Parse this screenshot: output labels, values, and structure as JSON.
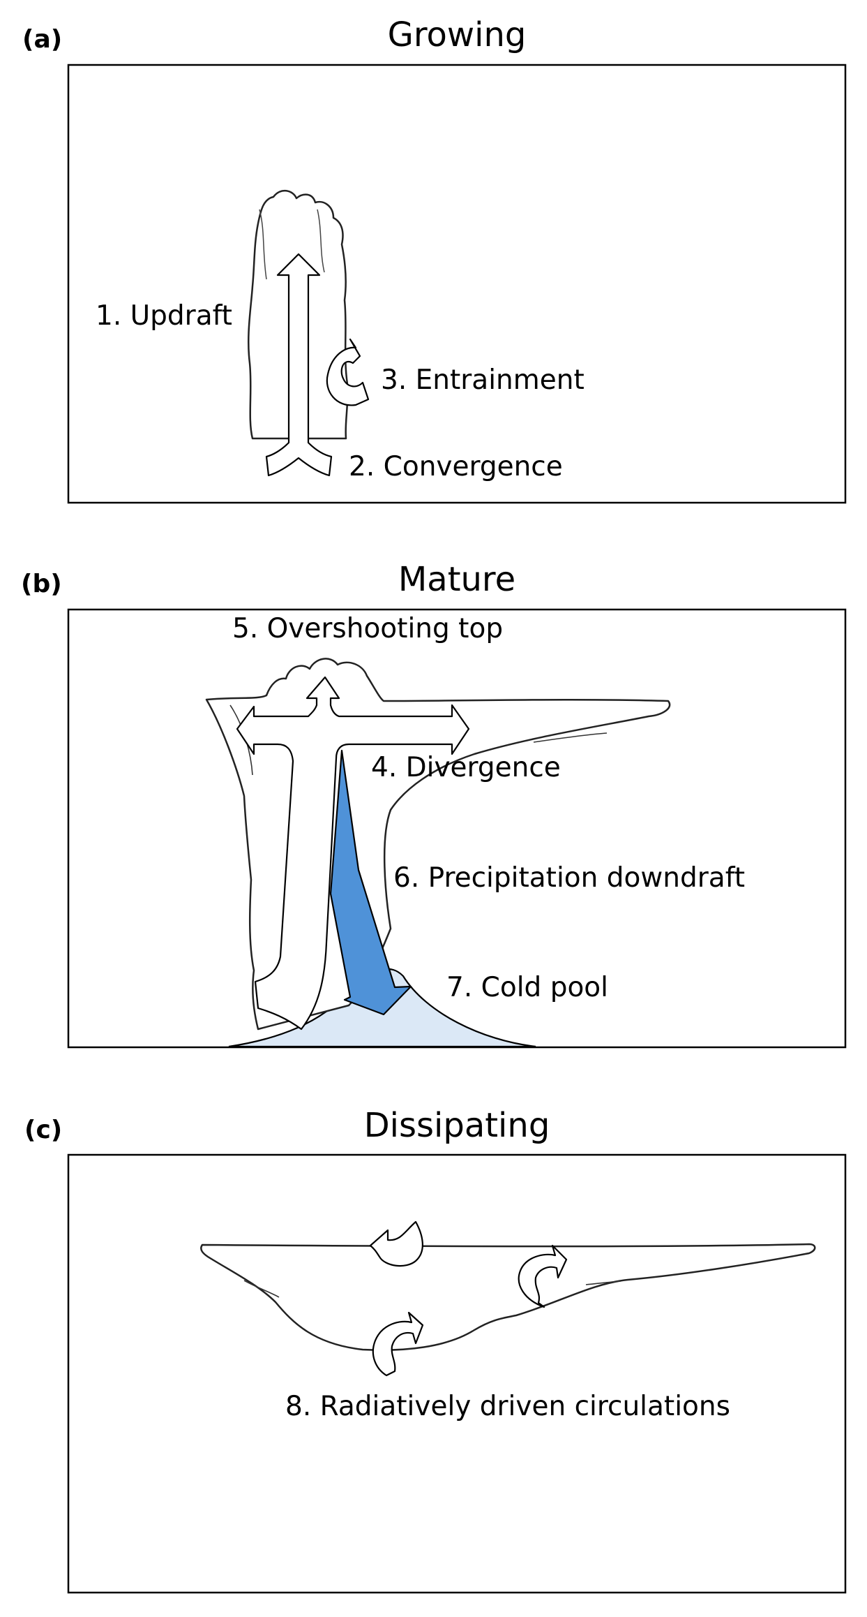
{
  "panels": [
    {
      "tag": "(a)",
      "title": "Growing",
      "labels": {
        "updraft": "1. Updraft",
        "entrainment": "3. Entrainment",
        "convergence": "2. Convergence"
      }
    },
    {
      "tag": "(b)",
      "title": "Mature",
      "labels": {
        "overshooting": "5. Overshooting top",
        "divergence": "4. Divergence",
        "precip": "6. Precipitation downdraft",
        "coldpool": "7. Cold pool"
      }
    },
    {
      "tag": "(c)",
      "title": "Dissipating",
      "labels": {
        "radiative": "8. Radiatively driven circulations"
      }
    }
  ],
  "colors": {
    "downdraft": "#4f92d8",
    "cold_pool": "#dbe8f6"
  }
}
